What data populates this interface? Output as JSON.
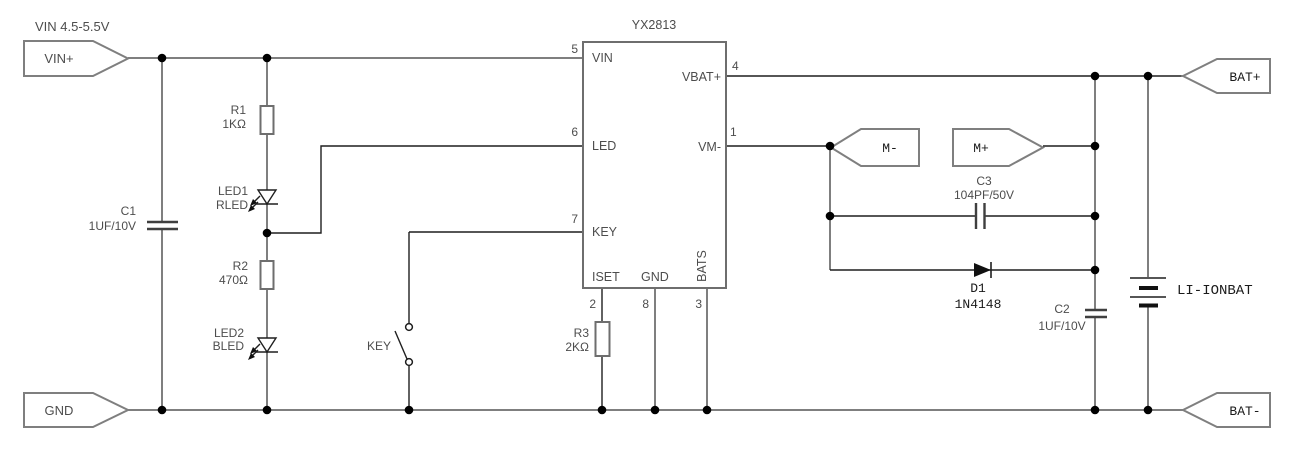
{
  "schematic": {
    "ic": {
      "name": "YX2813",
      "pins_left": [
        {
          "num": "5",
          "label": "VIN"
        },
        {
          "num": "6",
          "label": "LED"
        },
        {
          "num": "7",
          "label": "KEY"
        }
      ],
      "pins_right": [
        {
          "num": "4",
          "label": "VBAT+"
        },
        {
          "num": "1",
          "label": "VM-"
        }
      ],
      "pins_bottom": [
        {
          "num": "2",
          "label": "ISET"
        },
        {
          "num": "8",
          "label": "GND"
        },
        {
          "num": "3",
          "label": "BATS"
        }
      ]
    },
    "ports": {
      "vin": {
        "label": "VIN+",
        "note": "VIN 4.5-5.5V"
      },
      "gnd": {
        "label": "GND"
      },
      "bat_pos": {
        "label": "BAT+"
      },
      "bat_neg": {
        "label": "BAT-"
      },
      "motor_neg": {
        "label": "M-"
      },
      "motor_pos": {
        "label": "M+"
      }
    },
    "components": {
      "r1": {
        "ref": "R1",
        "value": "1KΩ"
      },
      "r2": {
        "ref": "R2",
        "value": "470Ω"
      },
      "r3": {
        "ref": "R3",
        "value": "2KΩ"
      },
      "c1": {
        "ref": "C1",
        "value": "1UF/10V"
      },
      "c2": {
        "ref": "C2",
        "value": "1UF/10V"
      },
      "c3": {
        "ref": "C3",
        "value": "104PF/50V"
      },
      "led1": {
        "ref": "LED1",
        "value": "RLED"
      },
      "led2": {
        "ref": "LED2",
        "value": "BLED"
      },
      "d1": {
        "ref": "D1",
        "value": "1N4148"
      },
      "key": {
        "ref": "KEY"
      },
      "battery": {
        "ref": "LI-IONBAT"
      }
    },
    "colors": {
      "background": "#ffffff",
      "wire": "#7f7f7f",
      "component_stroke": "#1f1f1f",
      "label_text": "#4d4d4d",
      "net_label_text": "#1a1a1a"
    }
  }
}
